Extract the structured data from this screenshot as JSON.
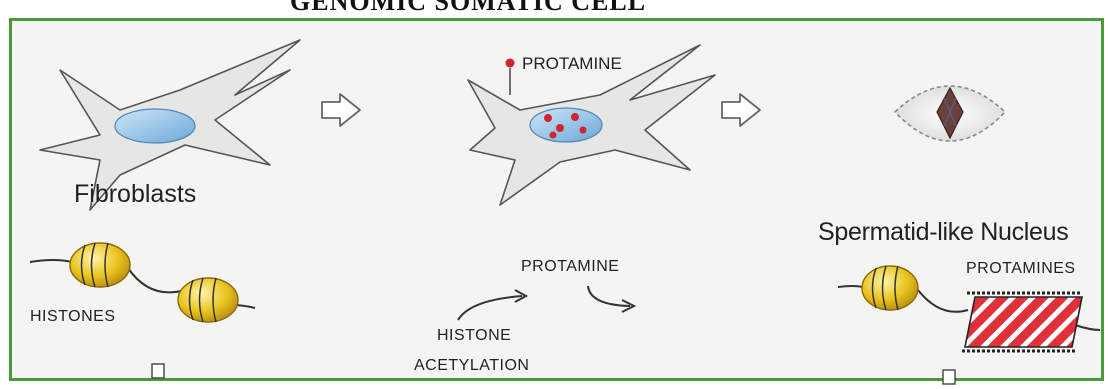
{
  "title_fragment": "GENOMIC SOMATIC CELL",
  "stages": [
    {
      "label": "Fibroblasts"
    },
    {
      "label": "PROTAMINE"
    },
    {
      "label": "Spermatid-like Nucleus"
    }
  ],
  "lower": {
    "histones_label": "HISTONES",
    "protamine_label": "PROTAMINE",
    "histone_label": "HISTONE",
    "acetylation_label": "ACETYLATION",
    "protamines_label": "PROTAMINES"
  },
  "colors": {
    "frame": "#4a9a3a",
    "cell_fill": "#e6e6e4",
    "nucleus_fill": "#8fbfe3",
    "protamine_dot": "#d2242c",
    "histone_fill": "#e8c21c",
    "protamine_band": "#e0303a"
  }
}
